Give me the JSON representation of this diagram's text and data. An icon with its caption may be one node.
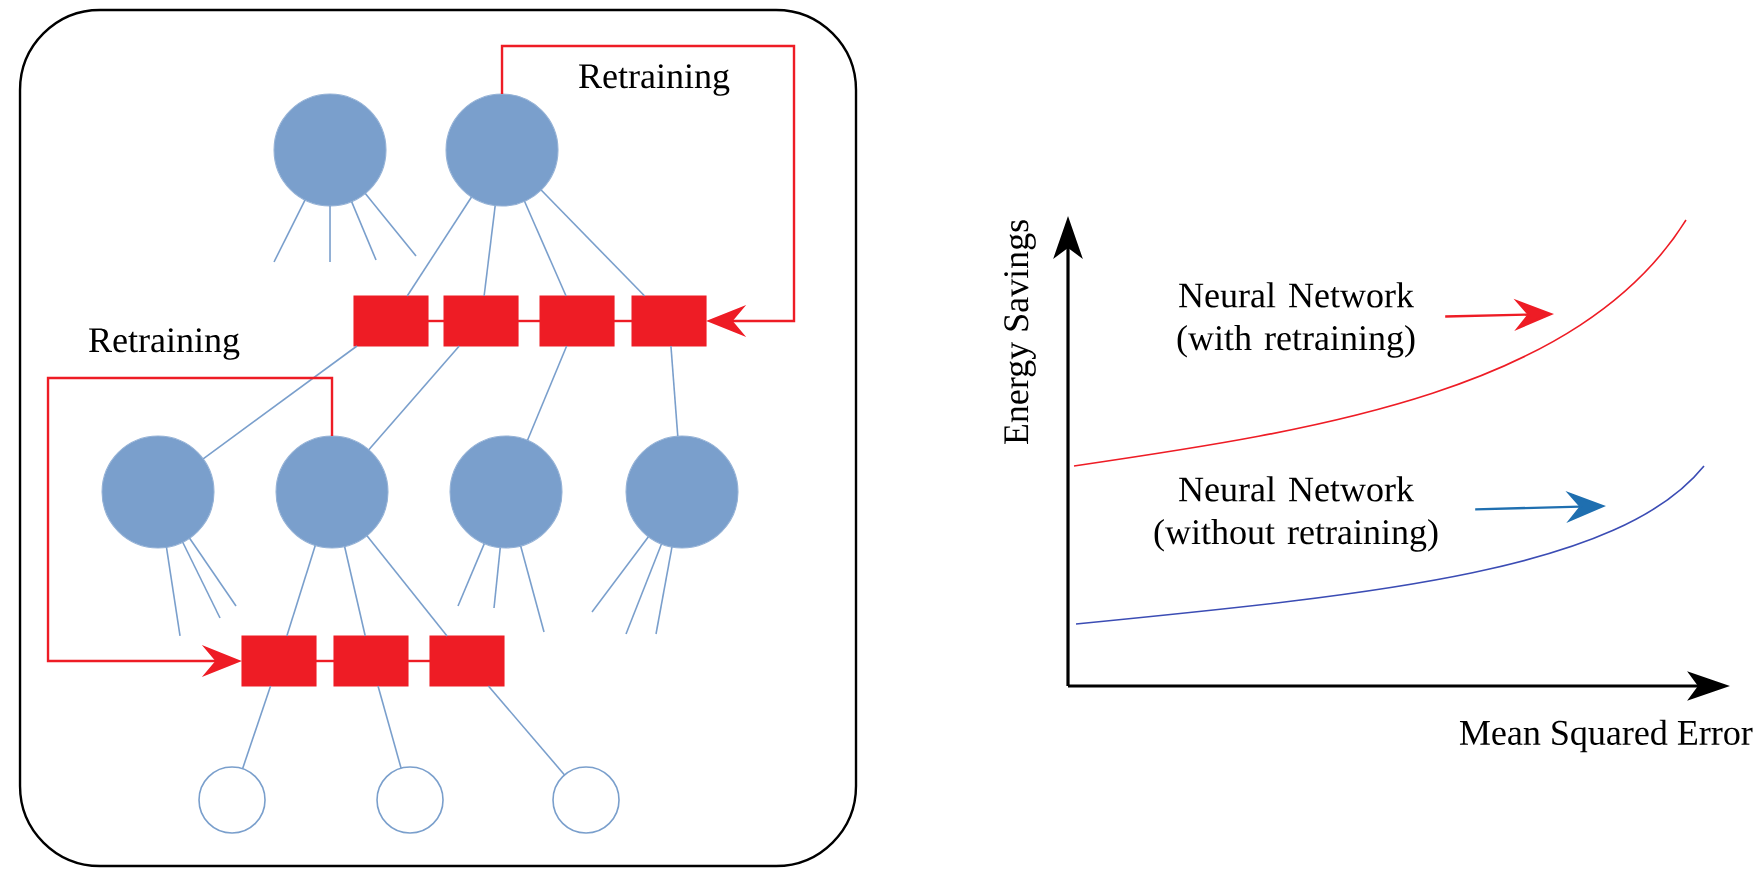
{
  "diagram": {
    "nodes": [
      {
        "text": [],
        "shape": "circle"
      },
      {
        "text": [],
        "shape": "circle"
      },
      {
        "text": [],
        "shape": "box"
      },
      {
        "text": [],
        "shape": "box"
      },
      {
        "text": [],
        "shape": "box"
      },
      {
        "text": [],
        "shape": "box"
      },
      {
        "text": [],
        "shape": "circle"
      },
      {
        "text": [],
        "shape": "circle"
      },
      {
        "text": [],
        "shape": "circle"
      },
      {
        "text": [],
        "shape": "circle"
      },
      {
        "text": [],
        "shape": "box"
      },
      {
        "text": [],
        "shape": "box"
      },
      {
        "text": [],
        "shape": "box"
      },
      {
        "text": [],
        "shape": "circle"
      },
      {
        "text": [],
        "shape": "circle"
      },
      {
        "text": [],
        "shape": "circle"
      },
      {
        "text": [
          "Neural Network (with retraining)"
        ]
      },
      {
        "text": [
          "Neural Network (without retraining)"
        ]
      }
    ],
    "edges": [
      {
        "from": 1,
        "to": 2,
        "arrow": "none"
      },
      {
        "from": 1,
        "to": 3,
        "arrow": "none"
      },
      {
        "from": 1,
        "to": 4,
        "arrow": "none"
      },
      {
        "from": 1,
        "to": 5,
        "arrow": "none"
      },
      {
        "from": 2,
        "to": 6,
        "arrow": "none"
      },
      {
        "from": 3,
        "to": 7,
        "arrow": "none"
      },
      {
        "from": 4,
        "to": 8,
        "arrow": "none"
      },
      {
        "from": 5,
        "to": 9,
        "arrow": "none"
      },
      {
        "from": 7,
        "to": 10,
        "arrow": "none"
      },
      {
        "from": 7,
        "to": 11,
        "arrow": "none"
      },
      {
        "from": 7,
        "to": 12,
        "arrow": "none"
      },
      {
        "from": 10,
        "to": 13,
        "arrow": "none"
      },
      {
        "from": 11,
        "to": 14,
        "arrow": "none"
      },
      {
        "from": 12,
        "to": 15,
        "arrow": "none"
      },
      {
        "from": 0,
        "to": null,
        "arrow": "none"
      },
      {
        "from": 0,
        "to": null,
        "arrow": "none"
      },
      {
        "from": 0,
        "to": null,
        "arrow": "none"
      },
      {
        "from": 0,
        "to": null,
        "arrow": "none"
      },
      {
        "from": 6,
        "to": null,
        "arrow": "none"
      },
      {
        "from": 6,
        "to": null,
        "arrow": "none"
      },
      {
        "from": 6,
        "to": null,
        "arrow": "none"
      },
      {
        "from": 8,
        "to": null,
        "arrow": "none"
      },
      {
        "from": 8,
        "to": null,
        "arrow": "none"
      },
      {
        "from": 8,
        "to": null,
        "arrow": "none"
      },
      {
        "from": 9,
        "to": null,
        "arrow": "none"
      },
      {
        "from": 9,
        "to": null,
        "arrow": "none"
      },
      {
        "from": 9,
        "to": null,
        "arrow": "none"
      },
      {
        "from": 2,
        "to": 3,
        "arrow": "none",
        "color": "#ee1c25"
      },
      {
        "from": 3,
        "to": 4,
        "arrow": "none",
        "color": "#ee1c25"
      },
      {
        "from": 4,
        "to": 5,
        "arrow": "none",
        "color": "#ee1c25"
      },
      {
        "from": 10,
        "to": 11,
        "arrow": "none",
        "color": "#ee1c25"
      },
      {
        "from": 11,
        "to": 12,
        "arrow": "none",
        "color": "#ee1c25"
      },
      {
        "from": 1,
        "to": 5,
        "arrow": "to",
        "label": "Retraining",
        "color": "#ee1c25"
      },
      {
        "from": 7,
        "to": 10,
        "arrow": "to",
        "label": "Retraining",
        "color": "#ee1c25"
      },
      {
        "from": 16,
        "to": null,
        "arrow": "to",
        "color": "#ee1c25"
      },
      {
        "from": 17,
        "to": null,
        "arrow": "to",
        "color": "#1f6fb0"
      }
    ],
    "labels": [
      "Energy Savings",
      "Mean Squared Error"
    ]
  }
}
